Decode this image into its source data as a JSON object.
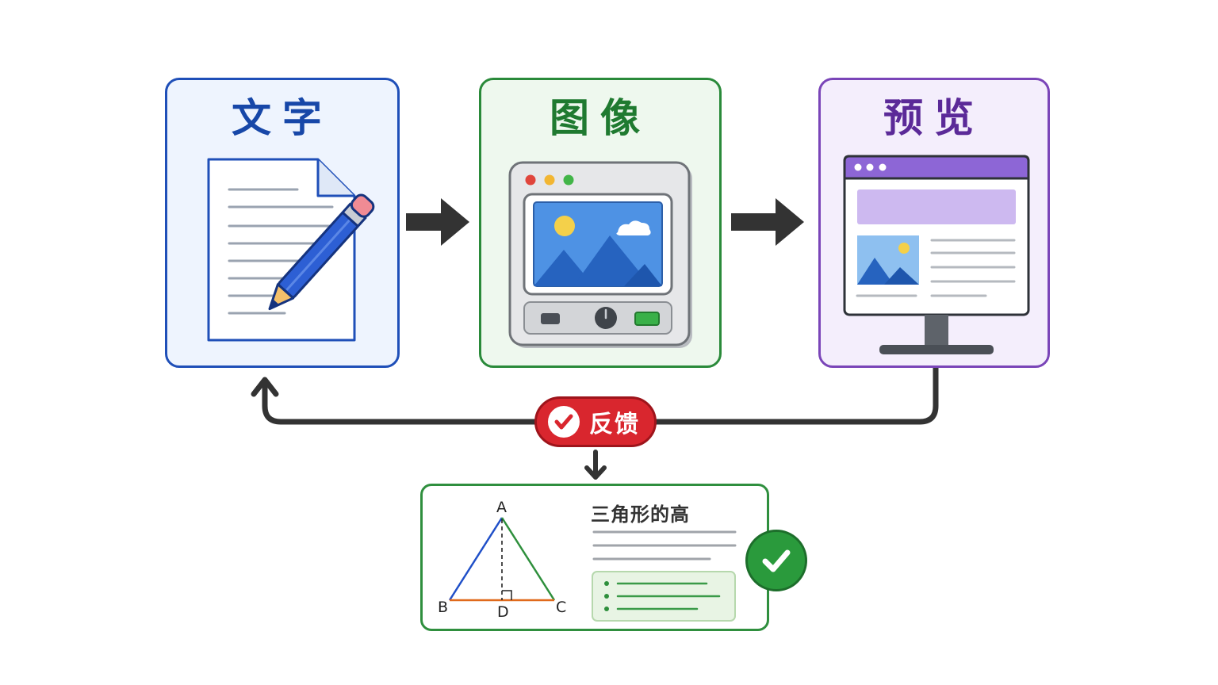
{
  "steps": [
    {
      "title": "文字",
      "icon": "document-pencil-icon",
      "color": "#1f4fb8"
    },
    {
      "title": "图像",
      "icon": "image-viewer-icon",
      "color": "#2a8a3a"
    },
    {
      "title": "预览",
      "icon": "web-preview-monitor-icon",
      "color": "#7a45b8"
    }
  ],
  "feedback": {
    "label": "反馈",
    "icon": "check-circle-icon",
    "color": "#d9262e"
  },
  "result": {
    "title": "三角形的高",
    "triangle_labels": {
      "a": "A",
      "b": "B",
      "c": "C",
      "d": "D"
    },
    "status_icon": "check-circle-icon",
    "status_color": "#2a9a3c"
  }
}
